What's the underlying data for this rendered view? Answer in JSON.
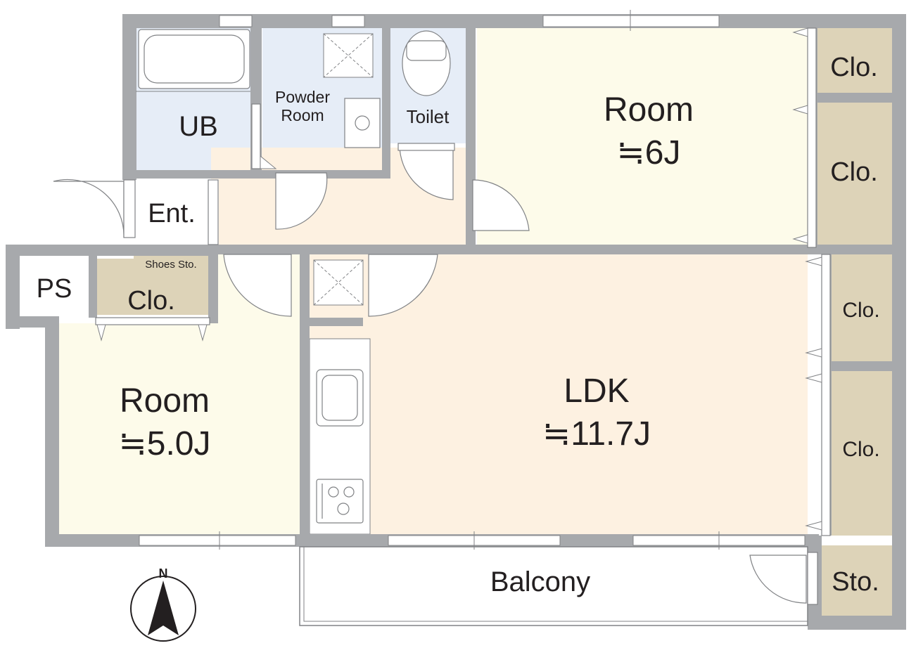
{
  "labels": {
    "ub": "UB",
    "powder_line1": "Powder",
    "powder_line2": "Room",
    "toilet": "Toilet",
    "room_6": "Room",
    "room_6_size": "≒6J",
    "clo_1": "Clo.",
    "clo_2": "Clo.",
    "ent": "Ent.",
    "shoes": "Shoes Sto.",
    "ps": "PS",
    "clo_left": "Clo.",
    "room_5": "Room",
    "room_5_size": "≒5.0J",
    "ldk": "LDK",
    "ldk_size": "≒11.7J",
    "clo_3": "Clo.",
    "clo_4": "Clo.",
    "balcony": "Balcony",
    "sto": "Sto.",
    "north": "N"
  },
  "colors": {
    "wall": "#a7a9ac",
    "wet_area": "#e6edf7",
    "room": "#fdfbea",
    "ldk_floor": "#fdf1e1",
    "closet": "#ddd3b8",
    "ink": "#231f20"
  }
}
